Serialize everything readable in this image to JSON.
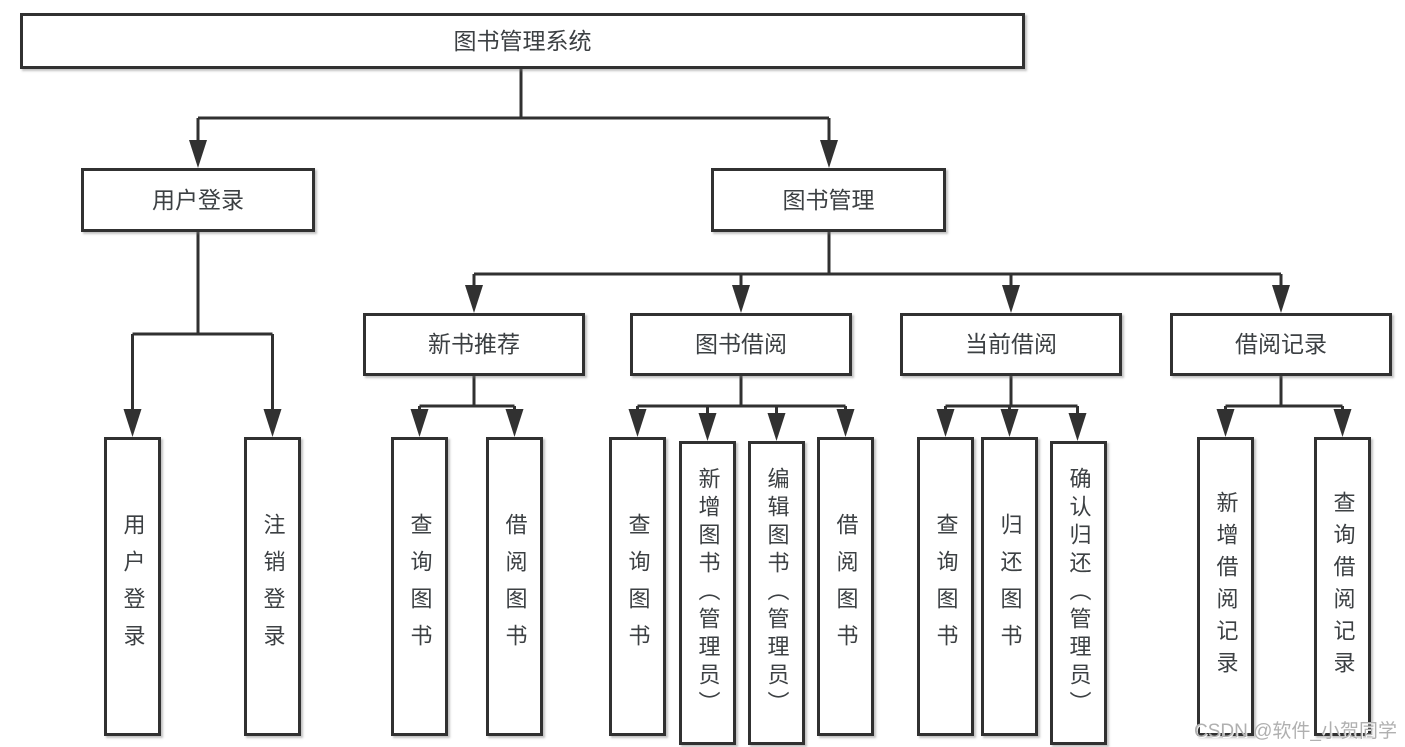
{
  "diagram": {
    "root": "图书管理系统",
    "children": [
      {
        "label": "用户登录",
        "children": [
          {
            "label": "用户登录"
          },
          {
            "label": "注销登录"
          }
        ]
      },
      {
        "label": "图书管理",
        "children": [
          {
            "label": "新书推荐",
            "children": [
              {
                "label": "查询图书"
              },
              {
                "label": "借阅图书"
              }
            ]
          },
          {
            "label": "图书借阅",
            "children": [
              {
                "label": "查询图书"
              },
              {
                "label": "新增图书（管理员）"
              },
              {
                "label": "编辑图书（管理员）"
              },
              {
                "label": "借阅图书"
              }
            ]
          },
          {
            "label": "当前借阅",
            "children": [
              {
                "label": "查询图书"
              },
              {
                "label": "归还图书"
              },
              {
                "label": "确认归还（管理员）"
              }
            ]
          },
          {
            "label": "借阅记录",
            "children": [
              {
                "label": "新增借阅记录"
              },
              {
                "label": "查询借阅记录"
              }
            ]
          }
        ]
      }
    ]
  },
  "watermark": "CSDN @软件_小贺同学",
  "colors": {
    "line": "#313131",
    "text": "#3c4043",
    "background": "#ffffff",
    "watermark": "#b0b0b0"
  }
}
